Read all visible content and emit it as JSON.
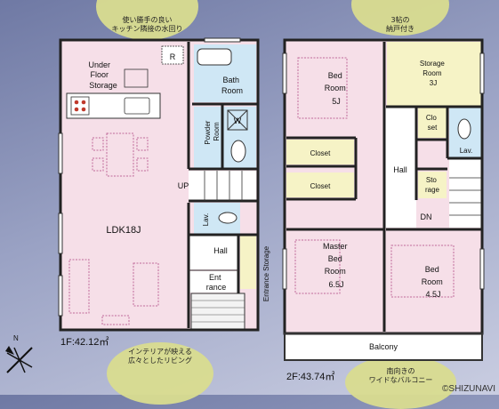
{
  "floor1": {
    "note_top": [
      "使い勝手の良い",
      "キッチン隣接の水回り"
    ],
    "note_bottom": [
      "インテリアが映える",
      "広々としたリビング"
    ],
    "area": "1F:42.12㎡",
    "rooms": {
      "under_floor_storage": [
        "Under",
        "Floor",
        "Storage"
      ],
      "refrigerator": "R",
      "bath_room": [
        "Bath",
        "Room"
      ],
      "powder_room": [
        "Powder",
        "Room"
      ],
      "washer": "W",
      "up": "UP",
      "ldk": "LDK18J",
      "lav": "Lav.",
      "hall": "Hall",
      "entrance": [
        "Ent",
        "rance"
      ],
      "entrance_storage": "Entrance Storage"
    }
  },
  "floor2": {
    "note_top": [
      "3帖の",
      "納戸付き"
    ],
    "note_bottom": [
      "南向きの",
      "ワイドなバルコニー"
    ],
    "area": "2F:43.74㎡",
    "rooms": {
      "bed_room_1": [
        "Bed",
        "Room",
        "5J"
      ],
      "storage_room": [
        "Storage",
        "Room",
        "3J"
      ],
      "closet_1": "Closet",
      "closet_2": "Closet",
      "closet_small": [
        "Clo",
        "set"
      ],
      "lav": "Lav.",
      "hall": "Hall",
      "storage_small": [
        "Sto",
        "rage"
      ],
      "dn": "DN",
      "master_bed_room": [
        "Master",
        "Bed",
        "Room",
        "6.5J"
      ],
      "bed_room_2": [
        "Bed",
        "Room",
        "4.5J"
      ],
      "balcony": "Balcony"
    }
  },
  "compass": {
    "north": "N"
  },
  "copyright": "©SHIZUNAVI",
  "colors": {
    "background": "#8a93b8",
    "note_blob": "#d9dc8f",
    "room_pink": "#f6dfe8",
    "wet_blue": "#cfe7f5",
    "closet_yellow": "#f6f3c6"
  }
}
